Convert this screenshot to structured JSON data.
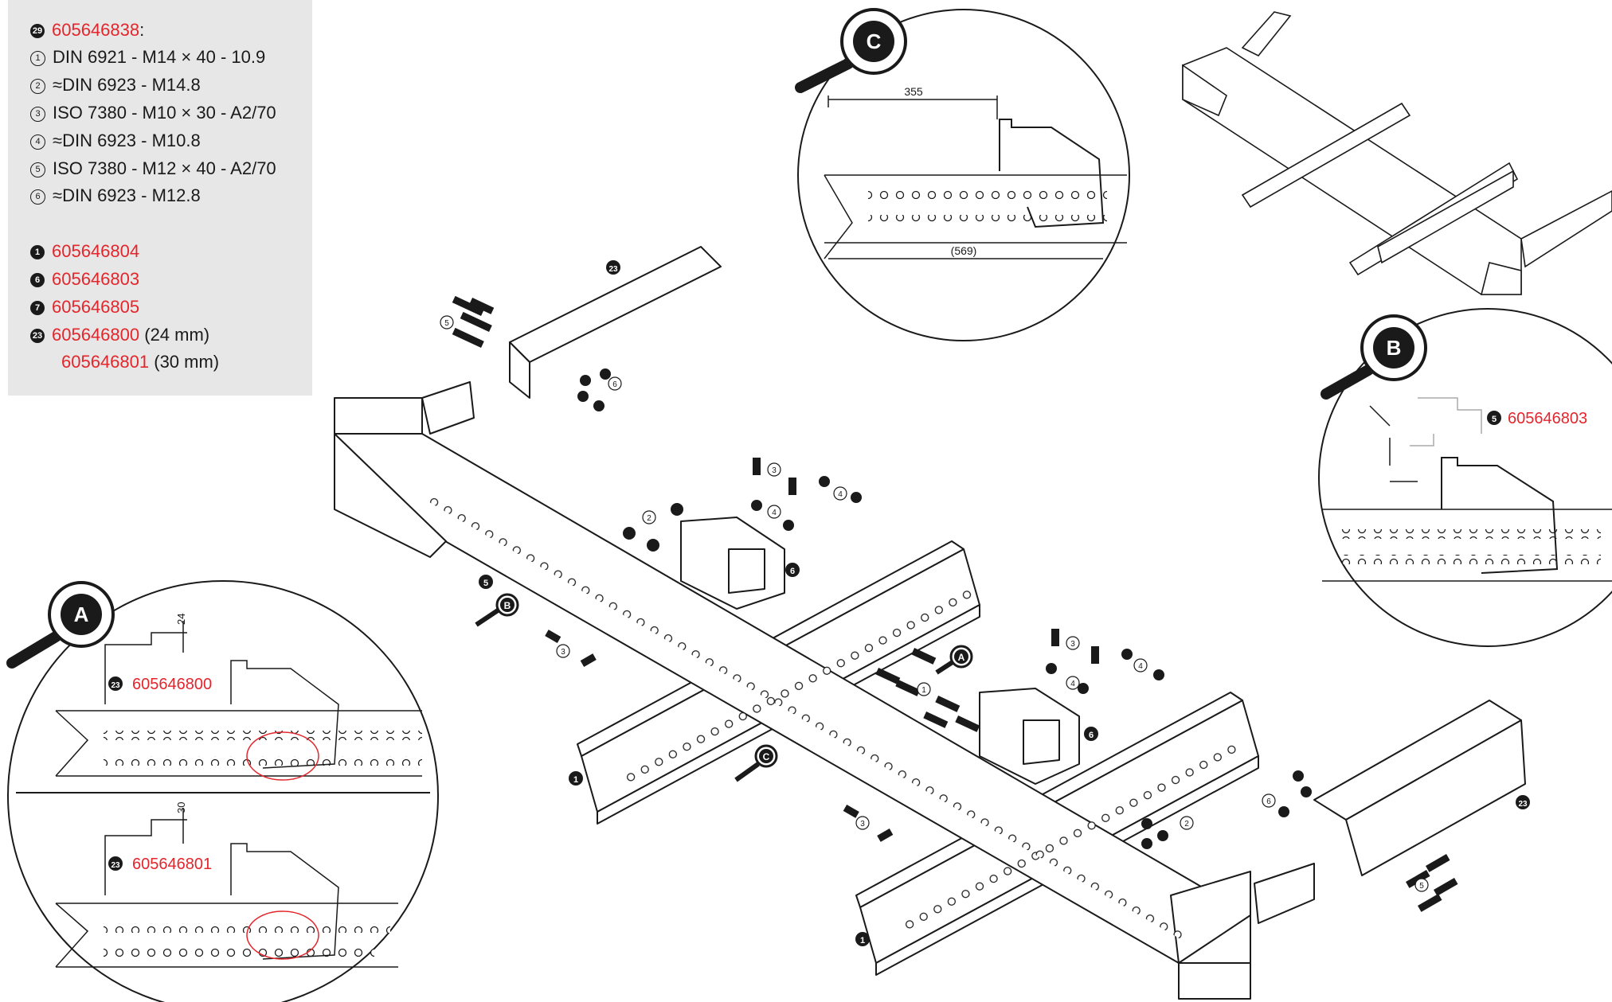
{
  "parts_list": {
    "header": {
      "num": "29",
      "part": "605646838",
      "suffix": ":"
    },
    "hardware": [
      {
        "num": "1",
        "text": "DIN 6921 - M14 × 40 - 10.9"
      },
      {
        "num": "2",
        "text": "≈DIN 6923 - M14.8"
      },
      {
        "num": "3",
        "text": "ISO 7380 - M10 × 30 - A2/70"
      },
      {
        "num": "4",
        "text": "≈DIN 6923 - M10.8"
      },
      {
        "num": "5",
        "text": "ISO 7380 - M12 × 40 - A2/70"
      },
      {
        "num": "6",
        "text": "≈DIN 6923 - M12.8"
      }
    ],
    "parts": [
      {
        "num": "1",
        "part": "605646804",
        "suffix": ""
      },
      {
        "num": "6",
        "part": "605646803",
        "suffix": ""
      },
      {
        "num": "7",
        "part": "605646805",
        "suffix": ""
      },
      {
        "num": "23",
        "part": "605646800",
        "suffix": " (24 mm)"
      },
      {
        "num": "",
        "part": "605646801",
        "suffix": " (30 mm)"
      }
    ]
  },
  "detail_labels": {
    "A": "A",
    "B": "B",
    "C": "C"
  },
  "detail_c": {
    "dim_top": "355",
    "dim_bottom": "(569)"
  },
  "detail_b": {
    "ref_num": "5",
    "ref_part": "605646803"
  },
  "detail_a": {
    "upper": {
      "dim": "24",
      "ref_num": "23",
      "ref_part": "605646800"
    },
    "lower": {
      "dim": "30",
      "ref_num": "23",
      "ref_part": "605646801"
    }
  },
  "callouts": {
    "part_1": "1",
    "part_5": "5",
    "part_6": "6",
    "part_23": "23",
    "hw_1": "1",
    "hw_2": "2",
    "hw_3": "3",
    "hw_4": "4",
    "hw_5": "5",
    "hw_6": "6"
  },
  "colors": {
    "accent_red": "#e3262c",
    "panel_gray": "#e7e7e7",
    "ink": "#1a1a1a"
  }
}
